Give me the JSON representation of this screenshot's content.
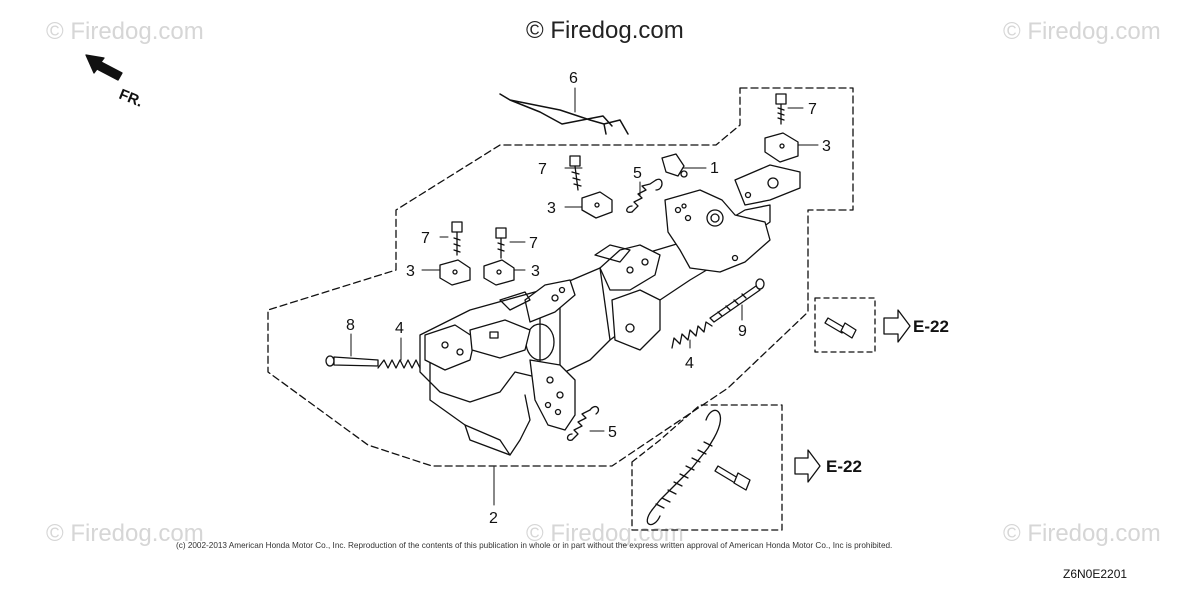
{
  "watermarks": {
    "main": "© Firedog.com",
    "corner": "© Firedog.com"
  },
  "orientation_label": "FR.",
  "callouts": {
    "c1": "1",
    "c2": "2",
    "c3a": "3",
    "c3b": "3",
    "c3c": "3",
    "c3d": "3",
    "c4a": "4",
    "c4b": "4",
    "c5a": "5",
    "c5b": "5",
    "c6": "6",
    "c7a": "7",
    "c7b": "7",
    "c7c": "7",
    "c7d": "7",
    "c8": "8",
    "c9": "9"
  },
  "references": {
    "ref_top": "E-22",
    "ref_bottom": "E-22"
  },
  "copyright": "(c) 2002-2013 American Honda Motor Co., Inc. Reproduction of the contents of this publication in whole or in part without the express written approval of American Honda Motor Co., Inc is prohibited.",
  "figure_code": "Z6N0E2201"
}
